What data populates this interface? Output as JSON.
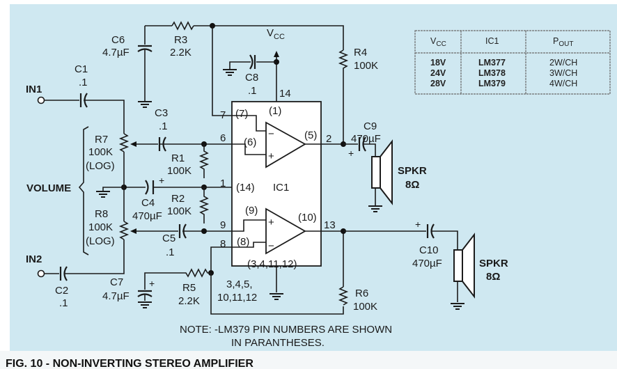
{
  "figure": {
    "caption": "FIG. 10 - NON-INVERTING STEREO AMPLIFIER",
    "note_line1": "NOTE: -LM379 PIN NUMBERS ARE SHOWN",
    "note_line2": "IN PARANTHESES."
  },
  "inputs": {
    "in1": "IN1",
    "in2": "IN2"
  },
  "volume_label": "VOLUME",
  "supply": {
    "vcc_main": "V",
    "vcc_sub": "CC"
  },
  "components": {
    "c1": {
      "name": "C1",
      "value": ".1"
    },
    "c2": {
      "name": "C2",
      "value": ".1"
    },
    "c3": {
      "name": "C3",
      "value": ".1"
    },
    "c4": {
      "name": "C4",
      "value": "470µF"
    },
    "c5": {
      "name": "C5",
      "value": ".1"
    },
    "c6": {
      "name": "C6",
      "value": "4.7µF"
    },
    "c7": {
      "name": "C7",
      "value": "4.7µF"
    },
    "c8": {
      "name": "C8",
      "value": ".1"
    },
    "c9": {
      "name": "C9",
      "value": "470µF"
    },
    "c10": {
      "name": "C10",
      "value": "470µF"
    },
    "r1": {
      "name": "R1",
      "value": "100K"
    },
    "r2": {
      "name": "R2",
      "value": "100K"
    },
    "r3": {
      "name": "R3",
      "value": "2.2K"
    },
    "r4": {
      "name": "R4",
      "value": "100K"
    },
    "r5": {
      "name": "R5",
      "value": "2.2K"
    },
    "r6": {
      "name": "R6",
      "value": "100K"
    },
    "r7": {
      "name": "R7",
      "value": "100K",
      "taper": "(LOG)"
    },
    "r8": {
      "name": "R8",
      "value": "100K",
      "taper": "(LOG)"
    },
    "spkr1": {
      "name": "SPKR",
      "value": "8Ω"
    },
    "spkr2": {
      "name": "SPKR",
      "value": "8Ω"
    },
    "ic1": {
      "name": "IC1"
    }
  },
  "pins": {
    "p7": "7",
    "p7alt": "(7)",
    "p6": "6",
    "p6alt": "(6)",
    "p1": "1",
    "p1alt": "(14)",
    "p9": "9",
    "p9alt": "(9)",
    "p8": "8",
    "p8alt": "(8)",
    "p14": "14",
    "p14alt": "(1)",
    "p2": "2",
    "p2alt": "(5)",
    "p13": "13",
    "p13alt": "(10)",
    "gnd_alt": "(3,4,11,12)",
    "gnd_line1": "3,4,5,",
    "gnd_line2": "10,11,12",
    "minus": "−",
    "plus": "+"
  },
  "table": {
    "headers": [
      {
        "main": "V",
        "sub": "CC"
      },
      {
        "main": "IC1",
        "sub": ""
      },
      {
        "main": "P",
        "sub": "OUT"
      }
    ],
    "rows": [
      {
        "vcc": "18V",
        "ic": "LM377",
        "pout": "2W/CH"
      },
      {
        "vcc": "24V",
        "ic": "LM378",
        "pout": "3W/CH"
      },
      {
        "vcc": "28V",
        "ic": "LM379",
        "pout": "4W/CH"
      }
    ]
  }
}
